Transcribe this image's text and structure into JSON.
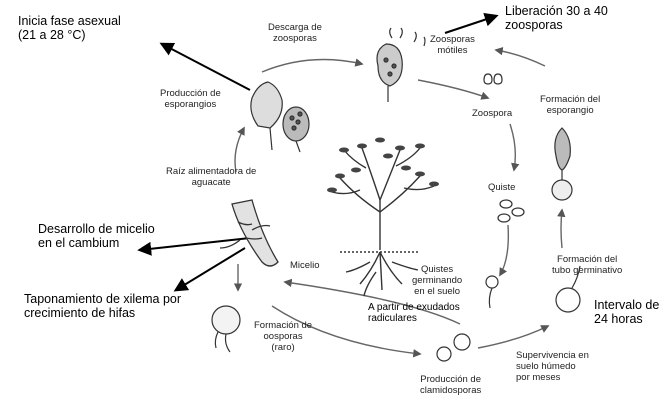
{
  "annotations": {
    "asexual_phase": "Inicia fase asexual\n(21 a 28 °C)",
    "release": "Liberación 30 a 40\nzoosporas",
    "mycelium_cambium": "Desarrollo de micelio\nen el cambium",
    "xylem_plugging": "Taponamiento de xilema por\ncrecimiento de hifas",
    "interval": "Intervalo de\n24 horas",
    "root_exudates": "A partir de exudados\nradiculares"
  },
  "cycle_labels": {
    "zoospore_discharge": "Descarga de\nzoosporas",
    "motile_zoospores": "Zoosporas\nmótiles",
    "zoospore": "Zoospora",
    "sporangium_formation": "Formación del\nesporangio",
    "sporangium_production": "Producción de\nesporangios",
    "feeder_root": "Raíz alimentadora de\naguacate",
    "cyst": "Quiste",
    "mycelium": "Micelio",
    "germinating_cysts": "Quistes\ngerminando\nen el suelo",
    "germ_tube_formation": "Formación del\ntubo germinativo",
    "oospore_formation": "Formación de\noosporas\n(raro)",
    "chlamydospore_production": "Producción de\nclamidosporas",
    "soil_survival": "Supervivencia en\nsuelo húmedo\npor meses"
  }
}
